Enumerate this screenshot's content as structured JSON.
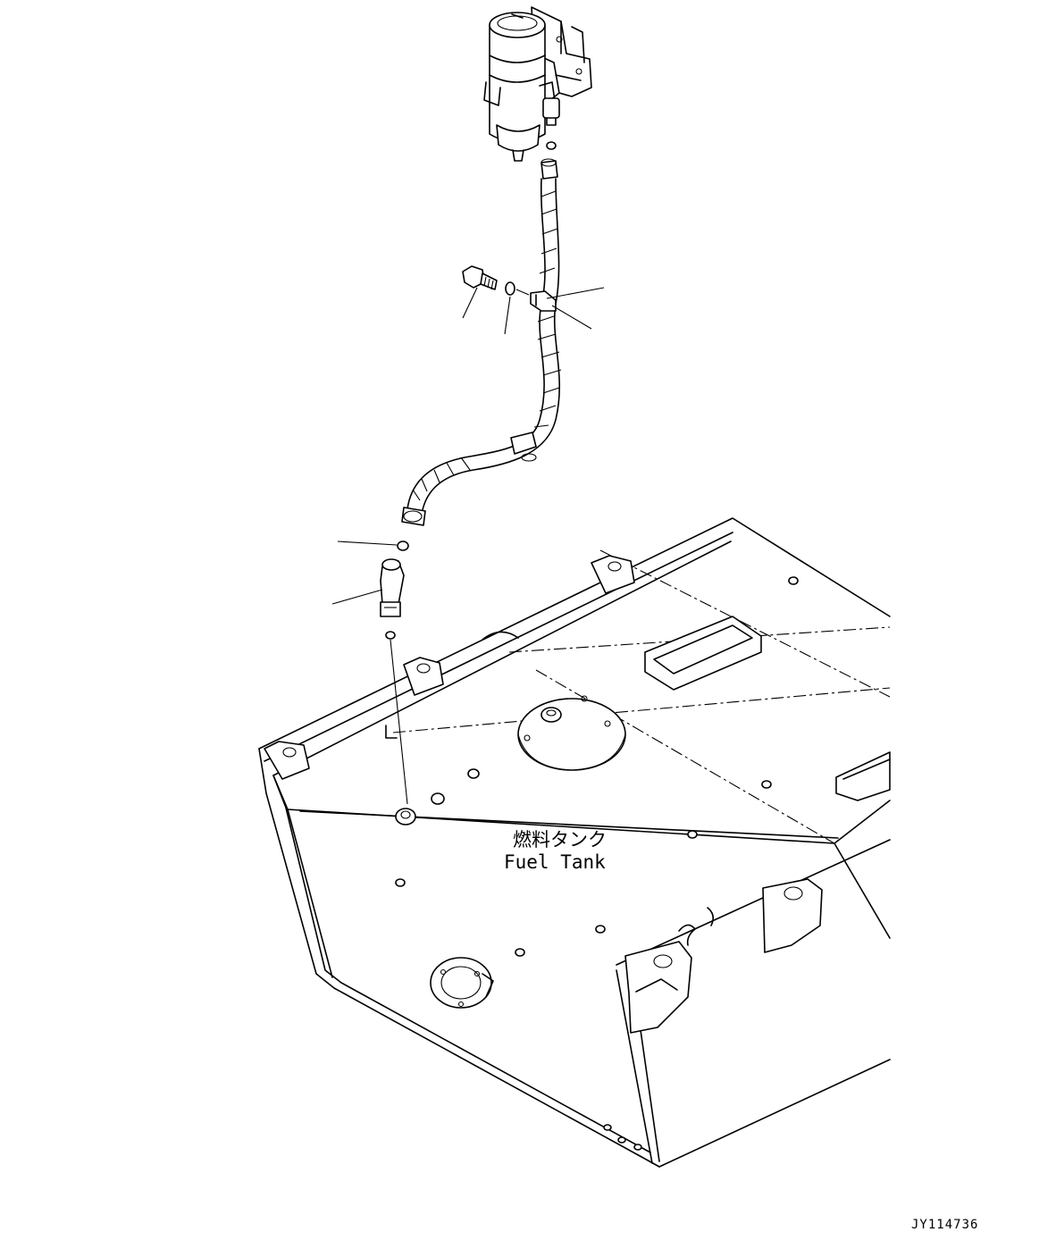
{
  "labels": {
    "tank_jp": "燃料タンク",
    "tank_en": "Fuel Tank",
    "drawing_code": "JY114736"
  }
}
